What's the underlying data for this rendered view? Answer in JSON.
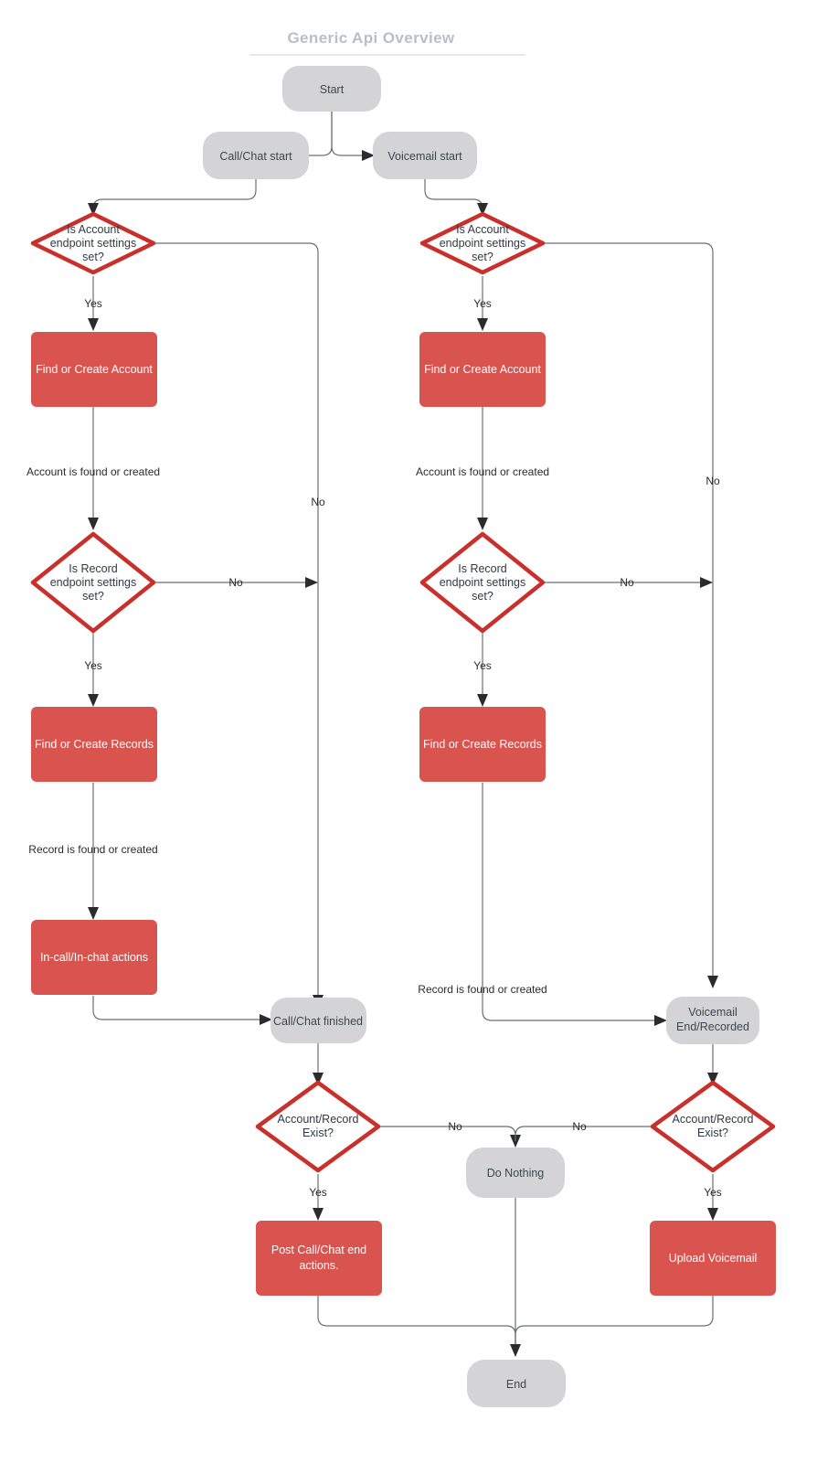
{
  "title": "Generic Api Overview",
  "theme": {
    "background": "#ffffff",
    "terminal_fill": "#d4d4d6",
    "process_fill": "#d9534f",
    "decision_stroke": "#c9302c",
    "decision_fill": "#ffffff",
    "edge_color": "#6b6f73",
    "title_color": "#b9bec7",
    "text_dark": "#3b4650",
    "text_light": "#ffffff"
  },
  "chart_data": {
    "type": "diagram",
    "title": "Generic Api Overview",
    "nodes": [
      {
        "id": "start",
        "shape": "terminal",
        "label": "Start"
      },
      {
        "id": "call_start",
        "shape": "terminal",
        "label": "Call/Chat start"
      },
      {
        "id": "voicemail_start",
        "shape": "terminal",
        "label": "Voicemail start"
      },
      {
        "id": "acct_q_left",
        "shape": "decision",
        "label": "Is Account endpoint settings set?"
      },
      {
        "id": "acct_q_right",
        "shape": "decision",
        "label": "Is Account endpoint settings set?"
      },
      {
        "id": "find_acct_left",
        "shape": "process",
        "label": "Find or Create Account"
      },
      {
        "id": "find_acct_right",
        "shape": "process",
        "label": "Find or Create Account"
      },
      {
        "id": "rec_q_left",
        "shape": "decision",
        "label": "Is Record endpoint settings set?"
      },
      {
        "id": "rec_q_right",
        "shape": "decision",
        "label": "Is Record endpoint settings set?"
      },
      {
        "id": "find_rec_left",
        "shape": "process",
        "label": "Find or Create Records"
      },
      {
        "id": "find_rec_right",
        "shape": "process",
        "label": "Find or Create Records"
      },
      {
        "id": "in_call_actions",
        "shape": "process",
        "label": "In-call/In-chat actions"
      },
      {
        "id": "call_finished",
        "shape": "terminal",
        "label": "Call/Chat finished"
      },
      {
        "id": "voicemail_end",
        "shape": "terminal",
        "label": "Voicemail End/Recorded"
      },
      {
        "id": "exist_q_left",
        "shape": "decision",
        "label": "Account/Record Exist?"
      },
      {
        "id": "exist_q_right",
        "shape": "decision",
        "label": "Account/Record Exist?"
      },
      {
        "id": "do_nothing",
        "shape": "terminal",
        "label": "Do Nothing"
      },
      {
        "id": "post_call",
        "shape": "process",
        "label": "Post Call/Chat end actions."
      },
      {
        "id": "upload_voicemail",
        "shape": "process",
        "label": "Upload Voicemail"
      },
      {
        "id": "end",
        "shape": "terminal",
        "label": "End"
      }
    ],
    "edges": [
      {
        "from": "start",
        "to": "call_start",
        "label": ""
      },
      {
        "from": "start",
        "to": "voicemail_start",
        "label": ""
      },
      {
        "from": "call_start",
        "to": "acct_q_left",
        "label": ""
      },
      {
        "from": "voicemail_start",
        "to": "acct_q_right",
        "label": ""
      },
      {
        "from": "acct_q_left",
        "to": "find_acct_left",
        "label": "Yes"
      },
      {
        "from": "acct_q_left",
        "to": "call_finished",
        "label": "No"
      },
      {
        "from": "acct_q_right",
        "to": "find_acct_right",
        "label": "Yes"
      },
      {
        "from": "acct_q_right",
        "to": "voicemail_end",
        "label": "No"
      },
      {
        "from": "find_acct_left",
        "to": "rec_q_left",
        "label": "Account is found or created"
      },
      {
        "from": "find_acct_right",
        "to": "rec_q_right",
        "label": "Account is found or created"
      },
      {
        "from": "rec_q_left",
        "to": "find_rec_left",
        "label": "Yes"
      },
      {
        "from": "rec_q_left",
        "to": "call_finished",
        "label": "No"
      },
      {
        "from": "rec_q_right",
        "to": "find_rec_right",
        "label": "Yes"
      },
      {
        "from": "rec_q_right",
        "to": "voicemail_end",
        "label": "No"
      },
      {
        "from": "find_rec_left",
        "to": "in_call_actions",
        "label": "Record is found or created"
      },
      {
        "from": "find_rec_right",
        "to": "voicemail_end",
        "label": "Record is found or created"
      },
      {
        "from": "in_call_actions",
        "to": "call_finished",
        "label": ""
      },
      {
        "from": "call_finished",
        "to": "exist_q_left",
        "label": ""
      },
      {
        "from": "voicemail_end",
        "to": "exist_q_right",
        "label": ""
      },
      {
        "from": "exist_q_left",
        "to": "post_call",
        "label": "Yes"
      },
      {
        "from": "exist_q_left",
        "to": "do_nothing",
        "label": "No"
      },
      {
        "from": "exist_q_right",
        "to": "upload_voicemail",
        "label": "Yes"
      },
      {
        "from": "exist_q_right",
        "to": "do_nothing",
        "label": "No"
      },
      {
        "from": "post_call",
        "to": "end",
        "label": ""
      },
      {
        "from": "do_nothing",
        "to": "end",
        "label": ""
      },
      {
        "from": "upload_voicemail",
        "to": "end",
        "label": ""
      }
    ]
  },
  "nodes": {
    "start": "Start",
    "call_start": "Call/Chat start",
    "voicemail_start": "Voicemail start",
    "acct_q_line1": "Is Account",
    "acct_q_line2": "endpoint settings",
    "acct_q_line3": "set?",
    "find_account": "Find or Create Account",
    "rec_q_line1": "Is Record",
    "rec_q_line2": "endpoint settings",
    "rec_q_line3": "set?",
    "find_records": "Find or Create Records",
    "in_call_actions": "In-call/In-chat actions",
    "call_finished": "Call/Chat finished",
    "voicemail_end_line1": "Voicemail",
    "voicemail_end_line2": "End/Recorded",
    "exist_q_line1": "Account/Record",
    "exist_q_line2": "Exist?",
    "do_nothing": "Do Nothing",
    "post_call_line1": "Post Call/Chat end",
    "post_call_line2": "actions.",
    "upload_voicemail": "Upload Voicemail",
    "end": "End"
  },
  "edge_labels": {
    "yes": "Yes",
    "no": "No",
    "account_found": "Account is found or created",
    "record_found": "Record is found or created"
  }
}
